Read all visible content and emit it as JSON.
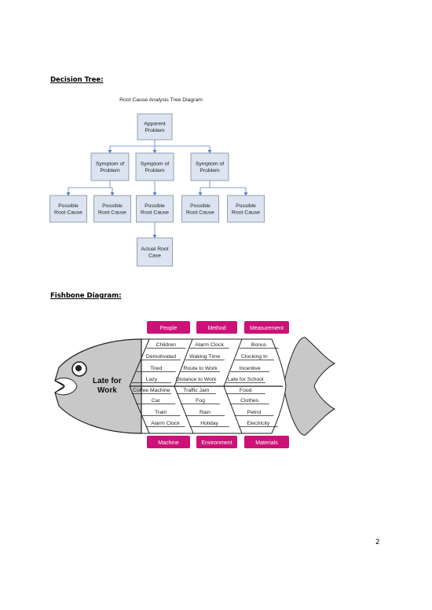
{
  "headings": {
    "decision_tree": "Decision Tree:",
    "fishbone": "Fishbone Diagram:"
  },
  "tree": {
    "title": "Root Cause Analysis Tree Diagram",
    "root": [
      "Apparent",
      "Problem"
    ],
    "symptoms": [
      [
        "Symptom of",
        "Problem"
      ],
      [
        "Symptom of",
        "Problem"
      ],
      [
        "Symptom of",
        "Problem"
      ]
    ],
    "causes": [
      [
        "Possible",
        "Root Cause"
      ],
      [
        "Possible",
        "Root Cause"
      ],
      [
        "Possible",
        "Root Cause"
      ],
      [
        "Possible",
        "Root Cause"
      ],
      [
        "Possible",
        "Root Cause"
      ]
    ],
    "actual": [
      "Actual Root",
      "Case"
    ],
    "colors": {
      "box_fill": "#dbe4f0",
      "box_stroke": "#7f8c9e",
      "arrow": "#5a7fc0"
    }
  },
  "fishbone": {
    "head_label": [
      "Late for",
      "Work"
    ],
    "top_categories": [
      "People",
      "Method",
      "Measurement"
    ],
    "bottom_categories": [
      "Machine",
      "Environment",
      "Materials"
    ],
    "top_branches": [
      [
        "Children",
        "Demotivated",
        "Tired",
        "Lazy"
      ],
      [
        "Alarm Clock",
        "Waking Time",
        "Route to Work",
        "Distance to Work"
      ],
      [
        "Bonus",
        "Clocking In",
        "Incentive",
        "Late for School"
      ]
    ],
    "bottom_branches": [
      [
        "Coffee Machine",
        "Car",
        "Train",
        "Alarm Clock"
      ],
      [
        "Traffic Jam",
        "Fog",
        "Rain",
        "Holiday"
      ],
      [
        "Food",
        "Clothes",
        "Petrol",
        "Electricity"
      ]
    ],
    "colors": {
      "category": "#cc1177",
      "body": "#c8c8c8",
      "outline": "#222222"
    }
  },
  "page_number": "2"
}
